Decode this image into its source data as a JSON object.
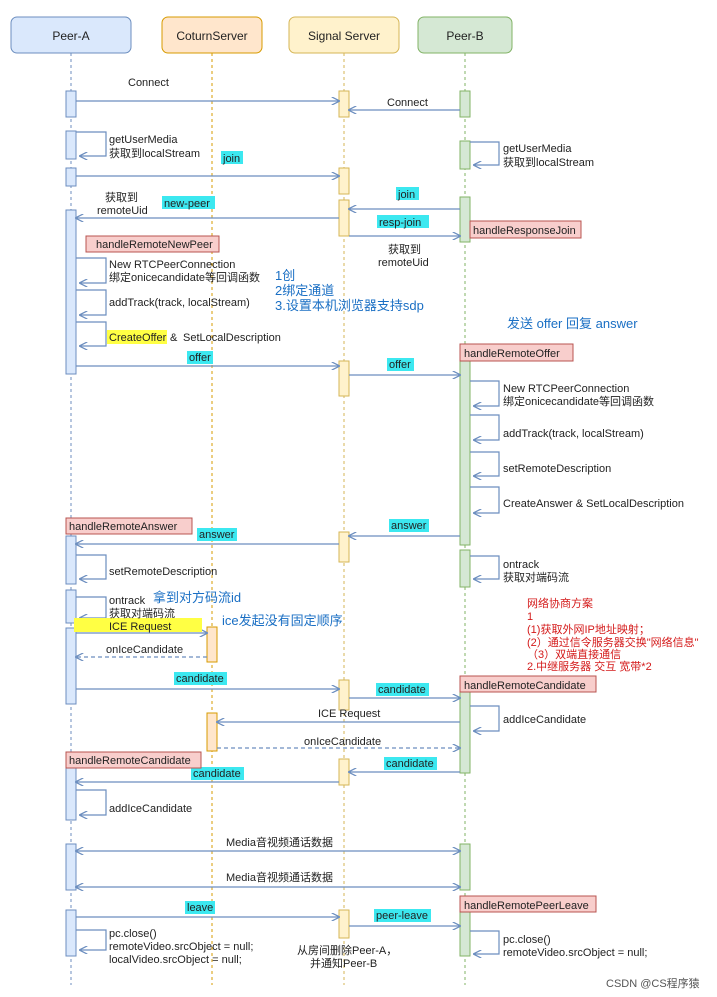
{
  "participants": {
    "peer_a": "Peer-A",
    "coturn": "CoturnServer",
    "signal": "Signal Server",
    "peer_b": "Peer-B"
  },
  "messages": {
    "connect_a": "Connect",
    "connect_b": "Connect",
    "get_user_media_a_1": "getUserMedia",
    "get_user_media_a_2": "获取到localStream",
    "get_user_media_b_1": "getUserMedia",
    "get_user_media_b_2": "获取到localStream",
    "join_a": "join",
    "join_b": "join",
    "got_remote_uid_a_1": "获取到",
    "got_remote_uid_a_2": "remoteUid",
    "new_peer": "new-peer",
    "resp_join": "resp-join",
    "got_remote_uid_b_1": "获取到",
    "got_remote_uid_b_2": "remoteUid",
    "new_rtc_a_1": "New RTCPeerConnection",
    "new_rtc_a_2": "绑定onicecandidate等回调函数",
    "add_track_a": "addTrack(track, localStream)",
    "create_offer": "CreateOffer",
    "create_offer_amp": "&",
    "set_local_desc_a": "SetLocalDescription",
    "offer_a": "offer",
    "offer_b": "offer",
    "new_rtc_b_1": "New RTCPeerConnection",
    "new_rtc_b_2": "绑定onicecandidate等回调函数",
    "add_track_b": "addTrack(track, localStream)",
    "set_remote_desc_b": "setRemoteDescription",
    "create_answer": "CreateAnswer &  SetLocalDescription",
    "answer_b": "answer",
    "answer_a": "answer",
    "set_remote_desc_a": "setRemoteDescription",
    "ontrack_b_1": "ontrack",
    "ontrack_b_2": "获取对端码流",
    "ontrack_a_1": "ontrack",
    "ontrack_a_2": "获取对端码流",
    "ice_request_a": "ICE Request",
    "onice_a": "onIceCandidate",
    "candidate_a": "candidate",
    "candidate_a2": "candidate",
    "add_ice_b": "addIceCandidate",
    "ice_request_b": "ICE Request",
    "onice_b": "onIceCandidate",
    "candidate_b": "candidate",
    "candidate_b2": "candidate",
    "add_ice_a": "addIceCandidate",
    "media_1": "Media音视频通话数据",
    "media_2": "Media音视频通话数据",
    "leave": "leave",
    "peer_leave": "peer-leave",
    "close_a_1": "pc.close()",
    "close_a_2": "remoteVideo.srcObject = null;",
    "close_a_3": "localVideo.srcObject = null;",
    "remove_1": "从房间删除Peer-A，",
    "remove_2": "并通知Peer-B",
    "close_b_1": "pc.close()",
    "close_b_2": "remoteVideo.srcObject = null;"
  },
  "handlers": {
    "response_join": "handleResponseJoin",
    "remote_new_peer": "handleRemoteNewPeer",
    "remote_offer": "handleRemoteOffer",
    "remote_answer": "handleRemoteAnswer",
    "remote_candidate_b": "handleRemoteCandidate",
    "remote_candidate_a": "handleRemoteCandidate",
    "remote_peer_leave": "handleRemotePeerLeave"
  },
  "notes": {
    "create_1": "1创",
    "create_2": "2绑定通道",
    "create_3": "3.设置本机浏览器支持sdp",
    "offer_answer": "发送 offer 回复 answer",
    "get_stream_id": "拿到对方码流id",
    "ice_order": "ice发起没有固定顺序",
    "net_1": "网络协商方案",
    "net_2": "1",
    "net_3": "(1)获取外网IP地址映射；",
    "net_4": "(2）通过信令服务器交换\"网络信息\"",
    "net_5": "（3）双端直接通信",
    "net_6": "2.中继服务器 交互 宽带*2"
  },
  "watermark": "CSDN @CS程序猿",
  "colors": {
    "peer_a_fill": "#dae8fc",
    "peer_a_stroke": "#6c8ebf",
    "coturn_fill": "#ffe6cc",
    "coturn_stroke": "#d79b00",
    "signal_fill": "#fff2cc",
    "signal_stroke": "#d6b656",
    "peer_b_fill": "#d5e8d4",
    "peer_b_stroke": "#82b366",
    "handler_fill": "#f8cecc",
    "handler_stroke": "#b85450",
    "highlight_cyan": "#3ce8f0",
    "highlight_yellow": "#ffff44",
    "note_blue": "#1a6fc4",
    "note_red": "#d41a1a",
    "arrow": "#6c8ebf"
  }
}
